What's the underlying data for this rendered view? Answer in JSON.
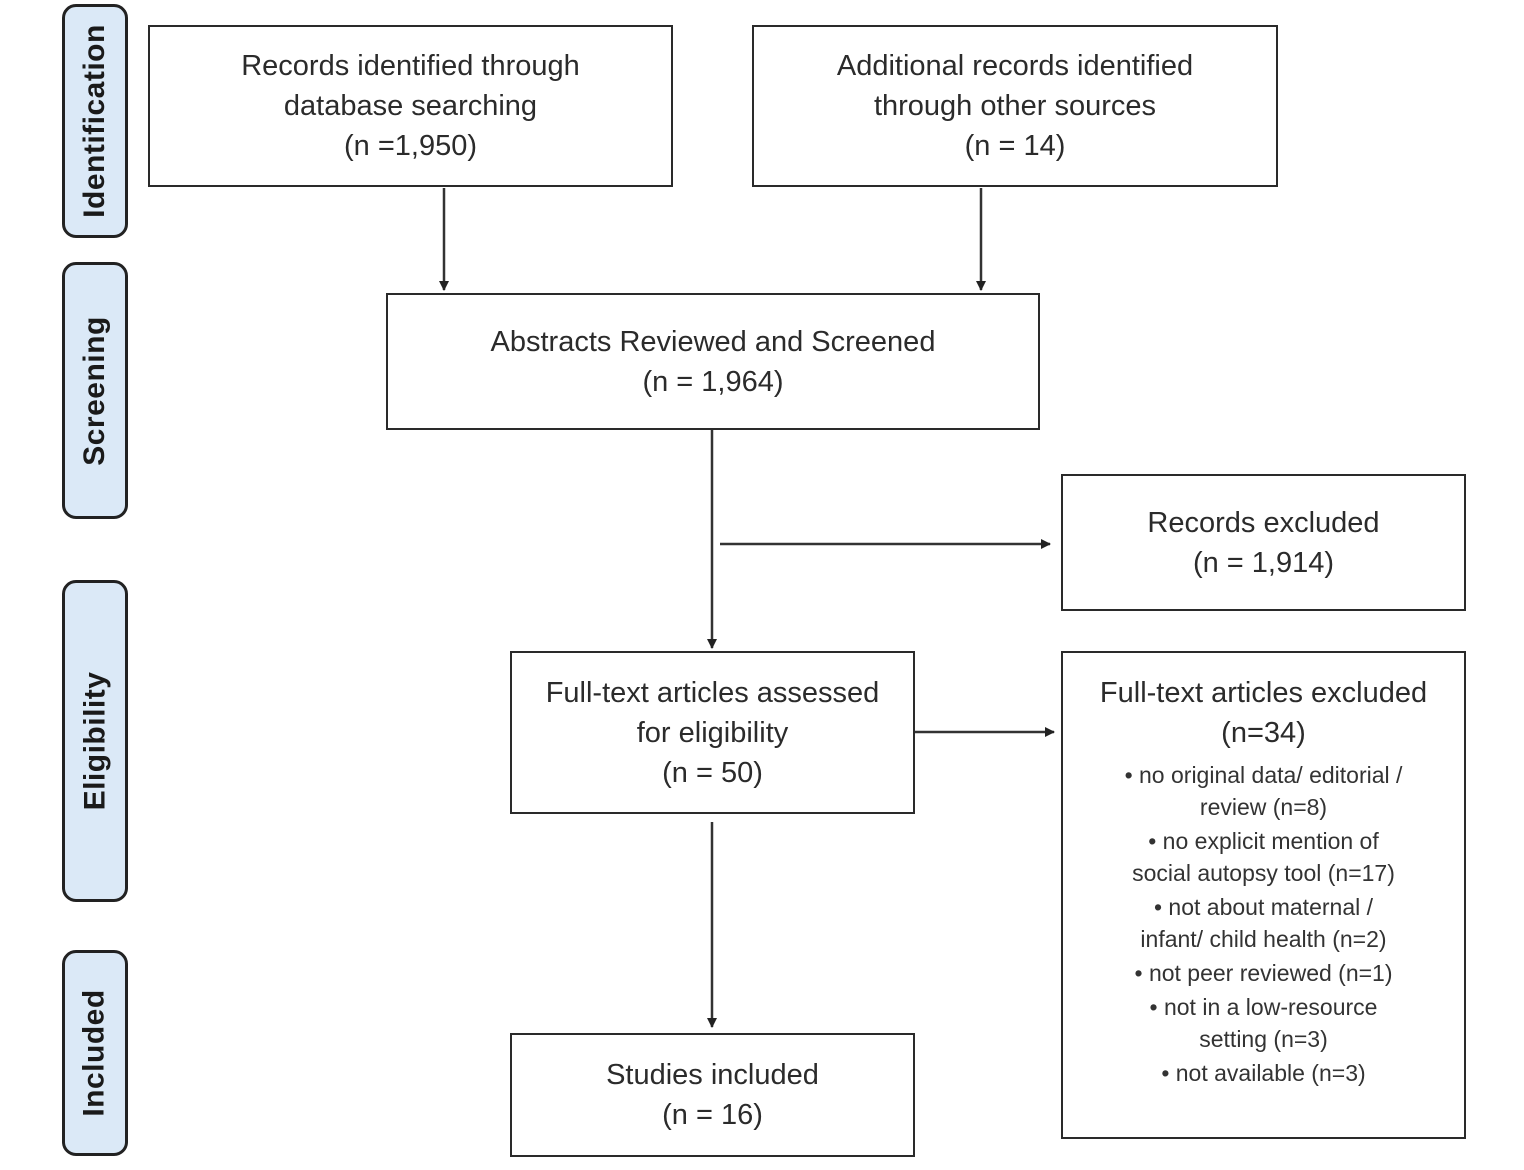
{
  "stages": {
    "identification": "Identification",
    "screening": "Screening",
    "eligibility": "Eligibility",
    "included": "Included"
  },
  "boxes": {
    "database": {
      "line1": "Records identified through",
      "line2": "database searching",
      "line3": "(n =1,950)"
    },
    "other_sources": {
      "line1": "Additional records identified",
      "line2": "through other sources",
      "line3": "(n = 14)"
    },
    "screened": {
      "line1": "Abstracts Reviewed and Screened",
      "line2": "(n = 1,964)"
    },
    "records_excluded": {
      "line1": "Records excluded",
      "line2": "(n = 1,914)"
    },
    "fulltext_assessed": {
      "line1": "Full-text articles assessed",
      "line2": "for eligibility",
      "line3": "(n = 50)"
    },
    "fulltext_excluded": {
      "line1": "Full-text articles excluded",
      "line2": "(n=34)",
      "reasons": [
        [
          "•  no original data/ editorial /",
          "review (n=8)"
        ],
        [
          "•  no explicit mention of",
          "social autopsy tool (n=17)"
        ],
        [
          "•  not about maternal /",
          "infant/ child health (n=2)"
        ],
        [
          "•  not peer reviewed (n=1)"
        ],
        [
          "•  not in a low-resource",
          "setting (n=3)"
        ],
        [
          "•  not available (n=3)"
        ]
      ]
    },
    "included": {
      "line1": "Studies included",
      "line2": "(n = 16)"
    }
  }
}
